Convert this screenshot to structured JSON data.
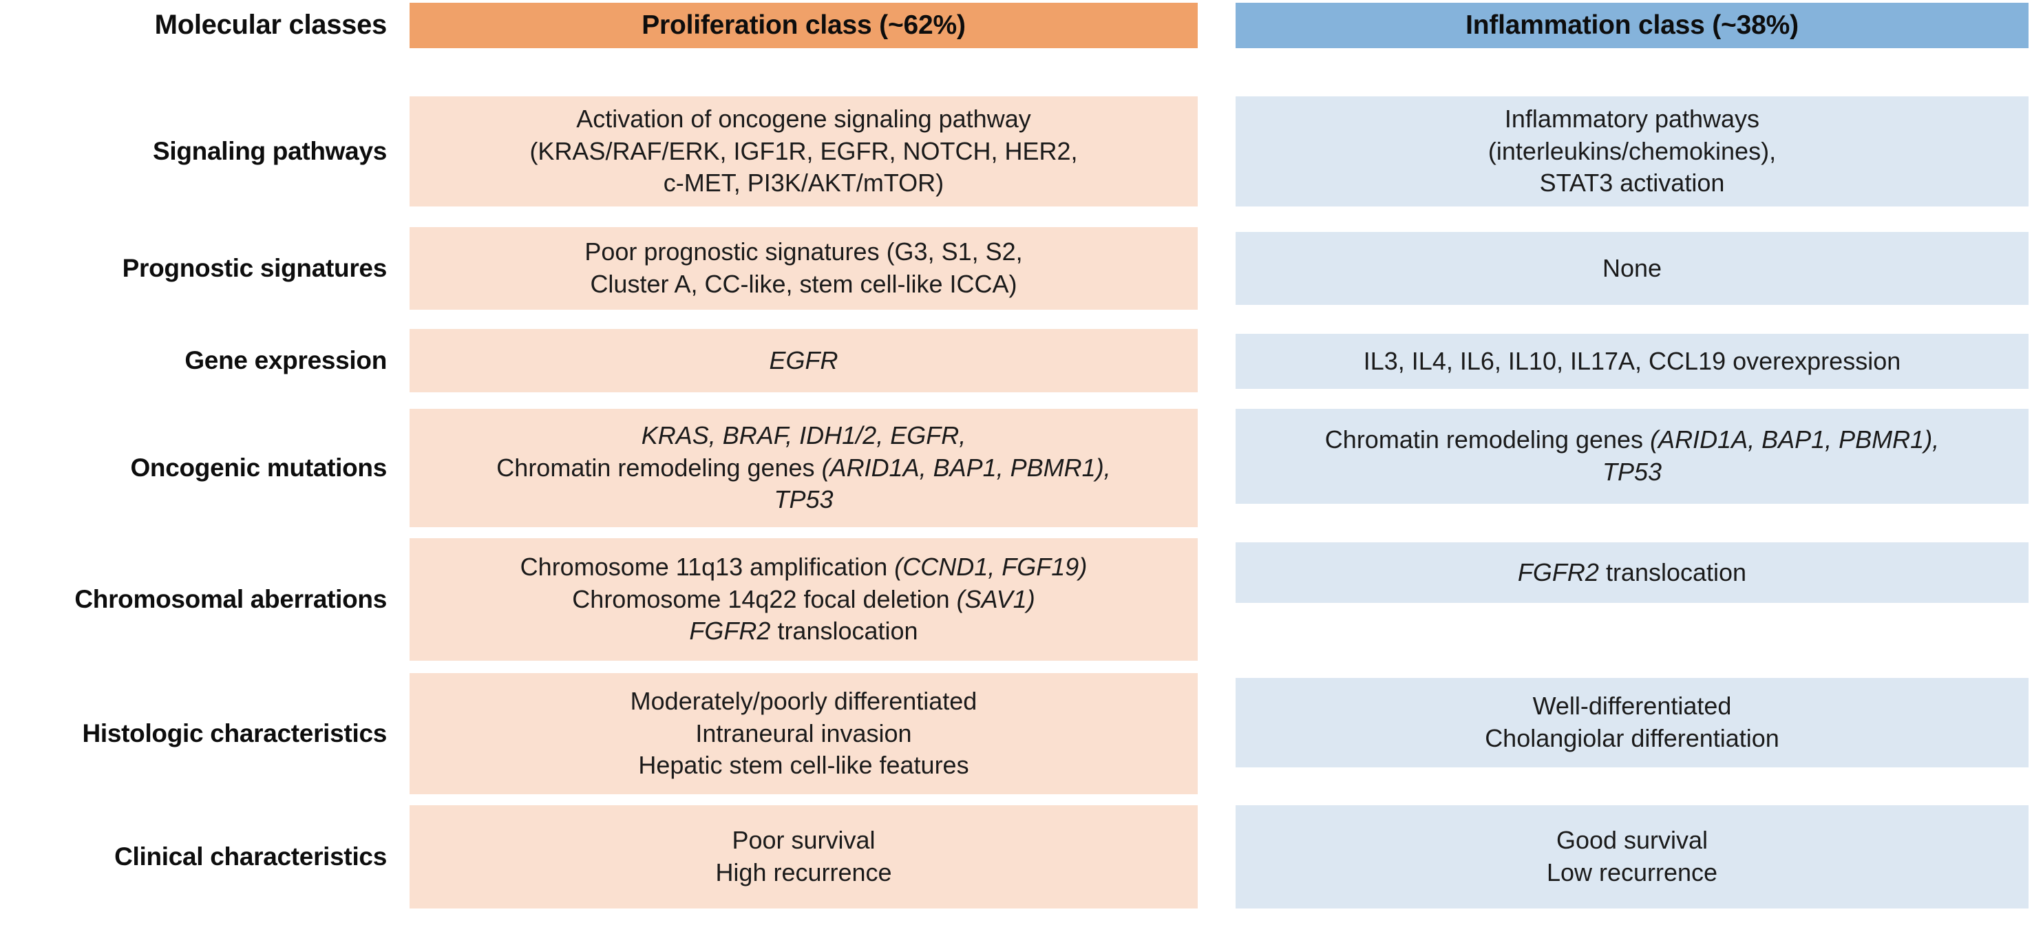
{
  "header": {
    "row_label": "Molecular classes",
    "proliferation": "Proliferation class (~62%)",
    "inflammation": "Inflammation class (~38%)",
    "proliferation_color": "#F0A169",
    "inflammation_color": "#85B3DB"
  },
  "colors": {
    "proliferation_cell": "#FAE0D0",
    "inflammation_cell": "#DCE7F2",
    "text": "#1a1a1a",
    "background": "#ffffff"
  },
  "rows": [
    {
      "label": "Signaling pathways",
      "proliferation_lines": [
        "Activation of oncogene signaling pathway",
        "(KRAS/RAF/ERK, IGF1R, EGFR, NOTCH, HER2,",
        "c-MET, PI3K/AKT/mTOR)"
      ],
      "inflammation_lines": [
        "Inflammatory pathways",
        "(interleukins/chemokines),",
        "STAT3 activation"
      ]
    },
    {
      "label": "Prognostic signatures",
      "proliferation_lines": [
        "Poor prognostic signatures (G3, S1, S2,",
        "Cluster A, CC-like, stem cell-like ICCA)"
      ],
      "inflammation_lines": [
        "None"
      ]
    },
    {
      "label": "Gene expression",
      "proliferation_lines": [
        "EGFR"
      ],
      "inflammation_lines": [
        "IL3, IL4, IL6, IL10, IL17A, CCL19 overexpression"
      ]
    },
    {
      "label": "Oncogenic mutations",
      "proliferation_lines": [
        "KRAS, BRAF, IDH1/2, EGFR,",
        "Chromatin remodeling genes (ARID1A, BAP1, PBMR1),",
        "TP53"
      ],
      "inflammation_lines": [
        "Chromatin remodeling genes (ARID1A, BAP1, PBMR1),",
        "TP53"
      ]
    },
    {
      "label": "Chromosomal aberrations",
      "proliferation_lines": [
        "Chromosome 11q13 amplification (CCND1, FGF19)",
        "Chromosome 14q22 focal deletion (SAV1)",
        "FGFR2 translocation"
      ],
      "inflammation_lines": [
        "FGFR2 translocation"
      ]
    },
    {
      "label": "Histologic characteristics",
      "proliferation_lines": [
        "Moderately/poorly differentiated",
        "Intraneural invasion",
        "Hepatic stem cell-like features"
      ],
      "inflammation_lines": [
        "Well-differentiated",
        "Cholangiolar differentiation"
      ]
    },
    {
      "label": "Clinical characteristics",
      "proliferation_lines": [
        "Poor survival",
        "High recurrence"
      ],
      "inflammation_lines": [
        "Good survival",
        "Low recurrence"
      ]
    }
  ]
}
